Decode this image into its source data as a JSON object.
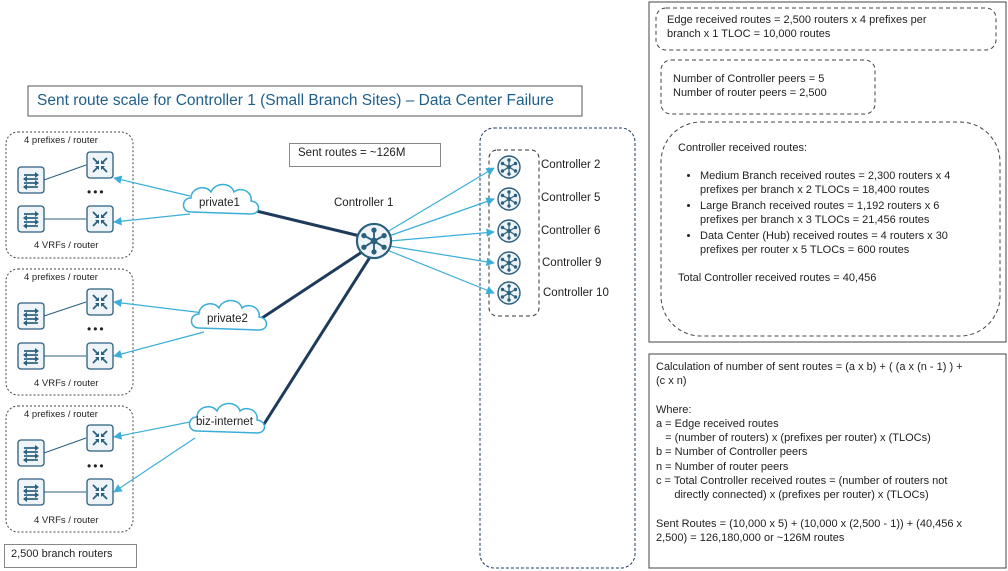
{
  "title": "Sent route scale for Controller 1 (Small Branch Sites) – Data Center Failure",
  "sent_routes_label": "Sent routes = ~126M",
  "branch_routers_label": "2,500 branch routers",
  "controller1_label": "Controller 1",
  "clouds": [
    {
      "label": "private1"
    },
    {
      "label": "private2"
    },
    {
      "label": "biz-internet"
    }
  ],
  "branch_groups": [
    {
      "prefixes": "4 prefixes / router",
      "vrfs": "4 VRFs / router",
      "ellipsis": "•••"
    },
    {
      "prefixes": "4 prefixes / router",
      "vrfs": "4 VRFs / router",
      "ellipsis": "•••"
    },
    {
      "prefixes": "4 prefixes / router",
      "vrfs": "4 VRFs / router",
      "ellipsis": "•••"
    }
  ],
  "peer_controllers": [
    {
      "label": "Controller 2"
    },
    {
      "label": "Controller 5"
    },
    {
      "label": "Controller 6"
    },
    {
      "label": "Controller 9"
    },
    {
      "label": "Controller 10"
    }
  ],
  "edge_box": {
    "line1": "Edge received routes = 2,500 routers x 4 prefixes per",
    "line2": "branch x 1 TLOC = 10,000 routes"
  },
  "peers_box": {
    "line1": "Number of Controller peers = 5",
    "line2": "Number of router peers = 2,500"
  },
  "controller_box": {
    "heading": "Controller received routes:",
    "items": [
      {
        "line1": "Medium Branch received routes = 2,300 routers x 4",
        "line2": "prefixes per branch x 2 TLOCs = 18,400 routes"
      },
      {
        "line1": "Large Branch received routes = 1,192 routers  x 6",
        "line2": "prefixes per branch x 3 TLOCs = 21,456 routes"
      },
      {
        "line1": "Data Center (Hub) received routes = 4 routers x 30",
        "line2": "prefixes per router x 5 TLOCs = 600 routes"
      }
    ],
    "total": "Total Controller received routes = 40,456"
  },
  "calc_box": {
    "lines": [
      "Calculation of number of sent routes = (a x b) + ( (a x (n - 1) ) +",
      "(c x n)",
      "",
      "Where:",
      "a = Edge received routes",
      "   = (number of routers) x (prefixes per router) x (TLOCs)",
      "b = Number of Controller peers",
      "n = Number of router peers",
      "c = Total Controller received routes = (number of routers not",
      "      directly connected) x (prefixes per router) x (TLOCs)",
      "",
      "Sent Routes = (10,000 x 5) + (10,000 x (2,500 - 1)) + (40,456 x",
      "2,500) = 126,180,000 or ~126M routes"
    ]
  },
  "colors": {
    "accent_blue": "#3aaed8",
    "icon_stroke": "#2a5f7e",
    "icon_fill": "#eef4f8",
    "line_dark": "#1f3b5c"
  }
}
